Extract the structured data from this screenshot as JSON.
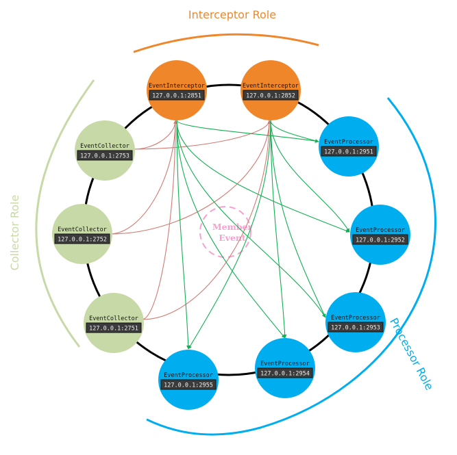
{
  "roles": {
    "interceptor": {
      "label": "Interceptor Role",
      "color": "#f0862a"
    },
    "collector": {
      "label": "Collector Role",
      "color": "#c8d9a8"
    },
    "processor": {
      "label": "Processor Role",
      "color": "#00aeef"
    }
  },
  "center": {
    "line1": "Member",
    "line2": "Event",
    "color": "#f7a1cf"
  },
  "ring_color": "#000000",
  "edge_colors": {
    "register": "#d27a72",
    "dispatch": "#12b052"
  },
  "node_label_bg": "#3b3b3b",
  "nodes": [
    {
      "id": "i1",
      "role": "interceptor",
      "name": "EventInterceptor",
      "address": "127.0.0.1:2851"
    },
    {
      "id": "i2",
      "role": "interceptor",
      "name": "EventInterceptor",
      "address": "127.0.0.1:2852"
    },
    {
      "id": "p1",
      "role": "processor",
      "name": "EventProcessor",
      "address": "127.0.0.1:2951"
    },
    {
      "id": "p2",
      "role": "processor",
      "name": "EventProcessor",
      "address": "127.0.0.1:2952"
    },
    {
      "id": "p3",
      "role": "processor",
      "name": "EventProcessor",
      "address": "127.0.0.1:2953"
    },
    {
      "id": "p4",
      "role": "processor",
      "name": "EventProcessor",
      "address": "127.0.0.1:2954"
    },
    {
      "id": "p5",
      "role": "processor",
      "name": "EventProcessor",
      "address": "127.0.0.1:2955"
    },
    {
      "id": "c1",
      "role": "collector",
      "name": "EventCollector",
      "address": "127.0.0.1:2751"
    },
    {
      "id": "c2",
      "role": "collector",
      "name": "EventCollector",
      "address": "127.0.0.1:2752"
    },
    {
      "id": "c3",
      "role": "collector",
      "name": "EventCollector",
      "address": "127.0.0.1:2753"
    }
  ],
  "edges": [
    {
      "from": "c3",
      "to": "i1",
      "type": "register"
    },
    {
      "from": "c3",
      "to": "i2",
      "type": "register"
    },
    {
      "from": "c2",
      "to": "i1",
      "type": "register"
    },
    {
      "from": "c2",
      "to": "i2",
      "type": "register"
    },
    {
      "from": "c1",
      "to": "i1",
      "type": "register"
    },
    {
      "from": "c1",
      "to": "i2",
      "type": "register"
    },
    {
      "from": "i1",
      "to": "p1",
      "type": "dispatch"
    },
    {
      "from": "i1",
      "to": "p2",
      "type": "dispatch"
    },
    {
      "from": "i1",
      "to": "p3",
      "type": "dispatch"
    },
    {
      "from": "i1",
      "to": "p4",
      "type": "dispatch"
    },
    {
      "from": "i1",
      "to": "p5",
      "type": "dispatch"
    },
    {
      "from": "i2",
      "to": "p1",
      "type": "dispatch"
    },
    {
      "from": "i2",
      "to": "p2",
      "type": "dispatch"
    },
    {
      "from": "i2",
      "to": "p3",
      "type": "dispatch"
    },
    {
      "from": "i2",
      "to": "p4",
      "type": "dispatch"
    },
    {
      "from": "i2",
      "to": "p5",
      "type": "dispatch"
    }
  ]
}
